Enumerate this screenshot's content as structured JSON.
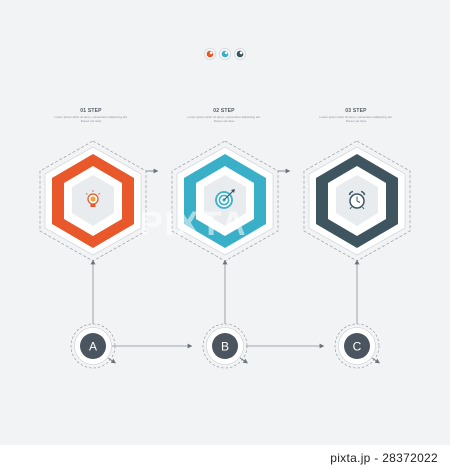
{
  "colors": {
    "orange": "#e8582a",
    "blue": "#3ab0c8",
    "slate": "#3e5560",
    "circle": "#4a5560",
    "line": "#8a9097",
    "background": "#f1f3f5"
  },
  "legend_dots": [
    {
      "color": "#e8582a"
    },
    {
      "color": "#3ab0c8"
    },
    {
      "color": "#3e5560"
    }
  ],
  "steps": [
    {
      "title": "01 STEP",
      "desc": "Lorem ipsum dolor sit amet, consectetur adipiscing elit. Donec vel risus",
      "color": "#e8582a",
      "icon": "lightbulb-icon",
      "letter": "A"
    },
    {
      "title": "02 STEP",
      "desc": "Lorem ipsum dolor sit amet, consectetur adipiscing elit. Donec vel risus",
      "color": "#3ab0c8",
      "icon": "target-icon",
      "letter": "B"
    },
    {
      "title": "03 STEP",
      "desc": "Lorem ipsum dolor sit amet, consectetur adipiscing elit. Donec vel risus",
      "color": "#3e5560",
      "icon": "alarm-clock-icon",
      "letter": "C"
    }
  ],
  "watermark": "PIXTA",
  "footer": {
    "id": "pixta.jp - 28372022"
  }
}
